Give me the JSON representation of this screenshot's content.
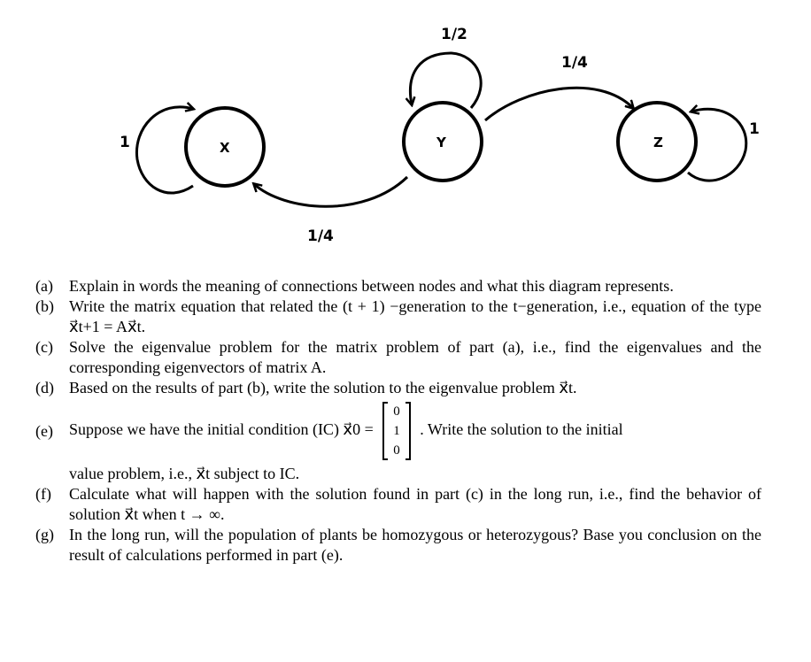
{
  "diagram": {
    "nodes": [
      {
        "id": "X",
        "label": "X"
      },
      {
        "id": "Y",
        "label": "Y"
      },
      {
        "id": "Z",
        "label": "Z"
      }
    ],
    "edges": [
      {
        "from": "X",
        "to": "X",
        "label": "1"
      },
      {
        "from": "Y",
        "to": "Y",
        "label": "1/2"
      },
      {
        "from": "Y",
        "to": "Z",
        "label": "1/4"
      },
      {
        "from": "Y",
        "to": "X",
        "label": "1/4"
      },
      {
        "from": "Z",
        "to": "Z",
        "label": "1"
      }
    ]
  },
  "questions": {
    "a": {
      "tag": "(a)",
      "text": "Explain in words the meaning of connections between nodes and what this diagram represents."
    },
    "b": {
      "tag": "(b)",
      "text": "Write the matrix equation that related the (t + 1) −generation to the t−generation, i.e., equation of the type x⃗t+1 = Ax⃗t."
    },
    "c": {
      "tag": "(c)",
      "text": "Solve the eigenvalue problem for the matrix problem of part (a), i.e., find the eigenvalues and the corresponding eigenvectors of matrix A."
    },
    "d": {
      "tag": "(d)",
      "text": "Based on the results of part (b), write the solution to the eigenvalue problem x⃗t."
    },
    "e": {
      "tag": "(e)",
      "text_before": "Suppose we have the initial condition (IC) x⃗0 =",
      "vector": [
        "0",
        "1",
        "0"
      ],
      "text_after": ". Write the solution to the initial",
      "text_tail": "value problem, i.e., x⃗t subject to IC."
    },
    "f": {
      "tag": "(f)",
      "text": "Calculate what will happen with the solution found in part (c) in the long run, i.e., find the behavior of solution x⃗t when t → ∞."
    },
    "g": {
      "tag": "(g)",
      "text": "In the long run, will the population of plants be homozygous or heterozygous? Base you conclusion on the result of calculations performed in part (e)."
    }
  }
}
